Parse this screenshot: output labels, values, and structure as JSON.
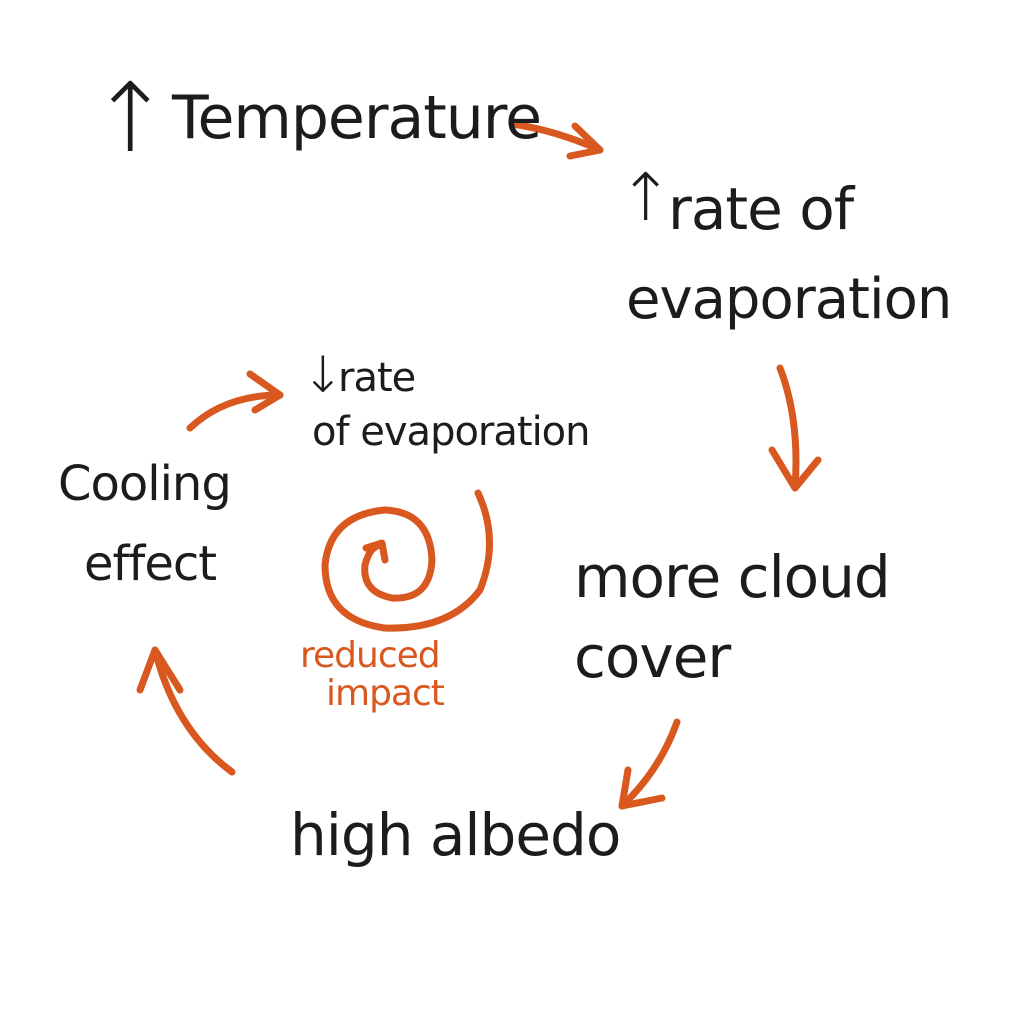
{
  "colors": {
    "ink": "#1c1c1c",
    "accent": "#d9581f"
  },
  "nodes": {
    "temperature": {
      "arrow": "↑",
      "label": "Temperature"
    },
    "evaporation_up": {
      "arrow": "↑",
      "line1": "rate of",
      "line2": "evaporation"
    },
    "cloud_cover": {
      "line1": "more cloud",
      "line2": "cover"
    },
    "albedo": {
      "label": "high albedo"
    },
    "cooling": {
      "line1": "Cooling",
      "line2": "effect"
    },
    "evaporation_down": {
      "arrow": "↓",
      "line1": "rate",
      "line2": "of evaporation"
    }
  },
  "annotation": {
    "line1": "reduced",
    "line2": "impact"
  }
}
